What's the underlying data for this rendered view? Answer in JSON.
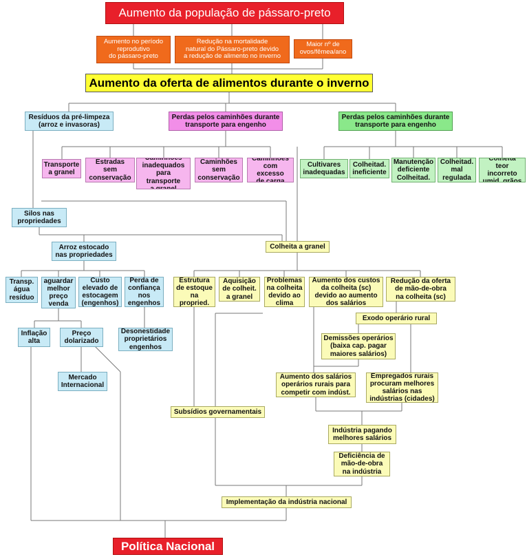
{
  "title": "Aumento da população de pássaro-preto",
  "causes": [
    "Aumento no período\nreprodutivo\ndo pássaro-preto",
    "Redução na mortalidade\nnatural do Pássaro-preto devido\na redução de alimento no inverno",
    "Maior nº de\novos/fêmea/ano"
  ],
  "main_cause": "Aumento da oferta de alimentos durante o inverno",
  "level1": {
    "residuos": "Resíduos da pré-limpeza\n(arroz e invasoras)",
    "perdas_transporte": "Perdas pelos caminhões durante\ntransporte para engenho",
    "perdas_colheita": "Perdas pelos caminhões durante\ntransporte para engenho"
  },
  "pink_items": [
    "Transporte\na granel",
    "Estradas\nsem\nconservação",
    "Caminhões\ninadequados\npara transporte\na granel",
    "Caminhões\nsem\nconservação",
    "Caminhões\ncom excesso\nde carga"
  ],
  "green_items": [
    "Cultivares\ninadequadas",
    "Colheitad.\nineficiente",
    "Manutenção\ndeficiente\nColheitad.",
    "Colheitad.\nmal\nregulada",
    "Colheita\nteor incorreto\numid. grãos"
  ],
  "silos": "Silos nas\npropriedades",
  "arroz_estocado": "Arroz estocado\nnas propriedades",
  "blue_items": [
    "Transp.\nágua\nresíduo",
    "aguardar\nmelhor\npreço\nvenda",
    "Custo\nelevado de\nestocagem\n(engenhos)",
    "Perda de\nconfiança\nnos\nengenhos"
  ],
  "inflacao": "Inflação\nalta",
  "preco_dolarizado": "Preço\ndolarizado",
  "mercado_internacional": "Mercado\nInternacional",
  "desonestidade": "Desonestidade\nproprietários\nengenhos",
  "colheita_granel": "Colheita a granel",
  "cream_items": [
    "Estrutura\nde estoque\nna propried.",
    "Aquisição\nde colheit.\na granel",
    "Problemas\nna colheita\ndevido ao\nclima",
    "Aumento dos custos\nda colheita (sc)\ndevido ao aumento\ndos salários",
    "Redução da oferta\nde mão-de-obra\nna colheita (sc)"
  ],
  "exodo": "Exodo operário rural",
  "demissoes": "Demissões operários\n(baixa cap. pagar\nmaiores salários)",
  "aumento_salarios": "Aumento dos salários\noperários rurais para\ncompetir com indúst.",
  "empregados_rurais": "Empregados rurais\nprocuram melhores\nsalários nas\nindústrias (cidades)",
  "subsidios": "Subsídios governamentais",
  "industria_pagando": "Indústria pagando\nmelhores salários",
  "deficiencia": "Deficiência de\nmão-de-obra\nna indústria",
  "implementacao": "Implementação da indústria nacional",
  "politica": "Política Nacional"
}
